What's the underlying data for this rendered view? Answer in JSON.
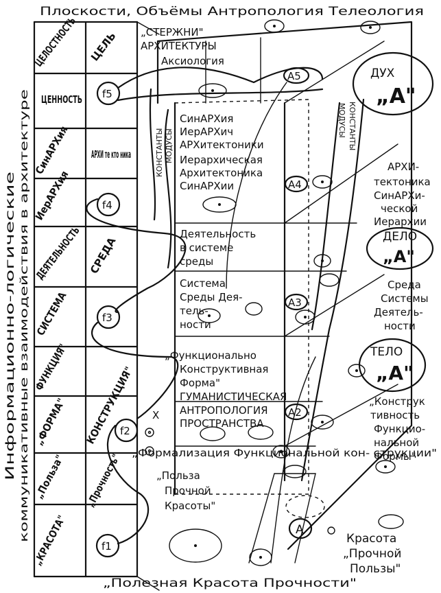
{
  "header": "Плоскости, Объёмы Антропология Телеология",
  "footer": "„Полезная Красота Прочности\"",
  "vertical_left_outer": "Информационно-логические",
  "vertical_left_inner": "коммуникативные взаимодействия в архитектуре",
  "grid": {
    "col1": [
      "ЦЕЛОСТНОСТЬ",
      "ЦЕННОСТЬ",
      "СинАРХия",
      "ИерАРХия",
      "ДЕЯТЕЛЬНОСТЬ",
      "СИСТЕМА",
      "ФУНКЦИЯ\"",
      "„ФОРМА\"",
      "„Польза\"",
      "„КРАСОТА\""
    ],
    "col2": [
      "ЦЕЛЬ",
      "АРХИ те кто ника",
      "СРЕДА",
      "КОНСТРУКЦИЯ\"",
      "„Прочность\""
    ]
  },
  "f_labels": [
    "f5",
    "f4",
    "f3",
    "f2",
    "f1",
    "X"
  ],
  "a_labels": [
    "A5",
    "A4",
    "A3",
    "A2",
    "A"
  ],
  "vertical_mid": [
    "КОНСТАНТЫ",
    "МОДУСЫ"
  ],
  "vertical_right": [
    "МОДУСЫ",
    "КОНСТАНТЫ"
  ],
  "blocks": {
    "top": [
      "„СТЕРЖНИ\"",
      "АРХИТЕКТУРЫ",
      "Аксиология"
    ],
    "b1": [
      "СинАРХия",
      "ИерАРХич",
      "АРХитектоники",
      "Иерархическая",
      "Архитектоника",
      "СинАРХии"
    ],
    "b2": [
      "Деятельность",
      "в системе",
      "среды"
    ],
    "b3": [
      "Система",
      "Среды Дея-",
      "тель-",
      "ности"
    ],
    "b4": [
      "„Функционально",
      "Конструктивная",
      "Форма\"",
      "ГУМАНИСТИЧЕСКАЯ",
      "АНТРОПОЛОГИЯ",
      "ПРОСТРАНСТВА"
    ],
    "formal": "„Формализация Функциональной кон- струкции\"",
    "b5": [
      "„Польза",
      "Прочной",
      "Красоты\""
    ]
  },
  "right": {
    "duh": [
      "ДУХ",
      "„А\""
    ],
    "r1": [
      "АРХИ-",
      "тектоника",
      "СинАРХи-",
      "ческой",
      "Иерархии"
    ],
    "delo": [
      "ДЕЛО",
      "„А\""
    ],
    "r2": [
      "Среда",
      "Системы",
      "Деятель-",
      "ности"
    ],
    "telo": [
      "ТЕЛО",
      "„А\""
    ],
    "r3": [
      "„Конструк",
      "тивность",
      "Функцио-",
      "нальной",
      "Формы\""
    ],
    "r4": [
      "Красота",
      "„Прочной",
      "Пользы\""
    ]
  }
}
